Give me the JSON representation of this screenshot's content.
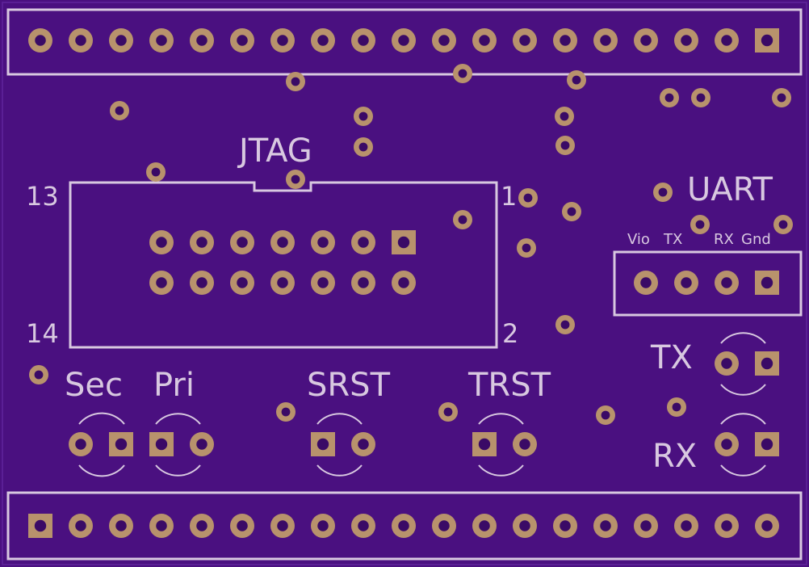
{
  "board": {
    "color": "#4a1080",
    "outline": "#ffffff",
    "silk": "#d8c8e0",
    "pad": "#b8926c",
    "hole": "#3a0a66"
  },
  "labels": {
    "jtag": "JTAG",
    "jtag_pin13": "13",
    "jtag_pin1": "1",
    "jtag_pin14": "14",
    "jtag_pin2": "2",
    "uart": "UART",
    "uart_vio": "Vio",
    "uart_tx": "TX",
    "uart_rx": "RX",
    "uart_gnd": "Gnd",
    "tx_led": "TX",
    "rx_led": "RX",
    "sec": "Sec",
    "pri": "Pri",
    "srst": "SRST",
    "trst": "TRST"
  }
}
